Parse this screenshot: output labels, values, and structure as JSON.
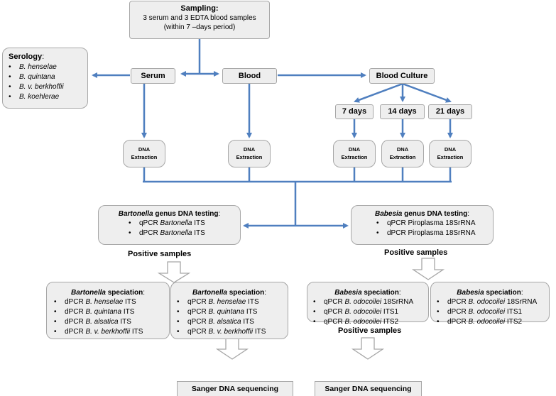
{
  "sampling": {
    "title": "Sampling",
    "colon": ":",
    "line1": "3 serum and 3 EDTA blood samples",
    "line2": "(within 7 –days period)"
  },
  "serology": {
    "title": "Serology",
    "colon": ":",
    "items": [
      "B. henselae",
      "B. quintana",
      "B. v. berkhoffii",
      "B. koehlerae"
    ]
  },
  "nodes": {
    "serum": "Serum",
    "blood": "Blood",
    "blood_culture": "Blood Culture",
    "day7": "7 days",
    "day14": "14 days",
    "day21": "21 days"
  },
  "dna_extraction": {
    "line1": "DNA",
    "line2": "Extraction"
  },
  "bartonella_testing": {
    "genus": "Bartonella",
    "title_rest": " genus DNA testing",
    "colon": ":",
    "items": [
      {
        "prefix": "qPCR ",
        "organism": "Bartonella",
        "suffix": " ITS"
      },
      {
        "prefix": "dPCR ",
        "organism": "Bartonella",
        "suffix": " ITS"
      }
    ]
  },
  "babesia_testing": {
    "genus": "Babesia",
    "title_rest": " genus DNA testing",
    "colon": ":",
    "items": [
      {
        "text": "qPCR Piroplasma 18SrRNA"
      },
      {
        "text": "dPCR Piroplasma 18SrRNA"
      }
    ]
  },
  "positive_samples": "Positive samples",
  "bartonella_speciation_dpcr": {
    "genus": "Bartonella",
    "title_rest": " speciation",
    "colon": ":",
    "items": [
      {
        "prefix": "dPCR ",
        "organism": "B. henselae",
        "suffix": " ITS"
      },
      {
        "prefix": "dPCR ",
        "organism": "B. quintana",
        "suffix": " ITS"
      },
      {
        "prefix": "dPCR ",
        "organism": "B. alsatica",
        "suffix": " ITS"
      },
      {
        "prefix": "dPCR ",
        "organism": "B. v. berkhoffii",
        "suffix": " ITS"
      }
    ]
  },
  "bartonella_speciation_qpcr": {
    "genus": "Bartonella",
    "title_rest": " speciation",
    "colon": ":",
    "items": [
      {
        "prefix": "qPCR ",
        "organism": "B. henselae",
        "suffix": " ITS"
      },
      {
        "prefix": "qPCR ",
        "organism": "B. quintana",
        "suffix": " ITS"
      },
      {
        "prefix": "qPCR ",
        "organism": "B. alsatica",
        "suffix": " ITS"
      },
      {
        "prefix": "qPCR ",
        "organism": "B. v. berkhoffii",
        "suffix": " ITS"
      }
    ]
  },
  "babesia_speciation_qpcr": {
    "genus": "Babesia",
    "title_rest": " speciation",
    "colon": ":",
    "items": [
      {
        "prefix": "qPCR ",
        "organism": "B. odocoilei",
        "suffix": " 18SrRNA"
      },
      {
        "prefix": "qPCR ",
        "organism": "B. odocoilei",
        "suffix": " ITS1"
      },
      {
        "prefix": "qPCR ",
        "organism": "B. odocoilei",
        "suffix": " ITS2"
      }
    ]
  },
  "babesia_speciation_dpcr": {
    "genus": "Babesia",
    "title_rest": " speciation",
    "colon": ":",
    "items": [
      {
        "prefix": "dPCR ",
        "organism": "B. odocoilei",
        "suffix": " 18SrRNA"
      },
      {
        "prefix": "dPCR ",
        "organism": "B. odocoilei",
        "suffix": " ITS1"
      },
      {
        "prefix": "dPCR ",
        "organism": "B. odocoilei",
        "suffix": " ITS2"
      }
    ]
  },
  "sanger": "Sanger DNA sequencing",
  "colors": {
    "arrow": "#4f7fbf",
    "box_fill": "#eeeeee",
    "box_border": "#a7a7a7",
    "outline_arrow": "#a6a6a6"
  }
}
